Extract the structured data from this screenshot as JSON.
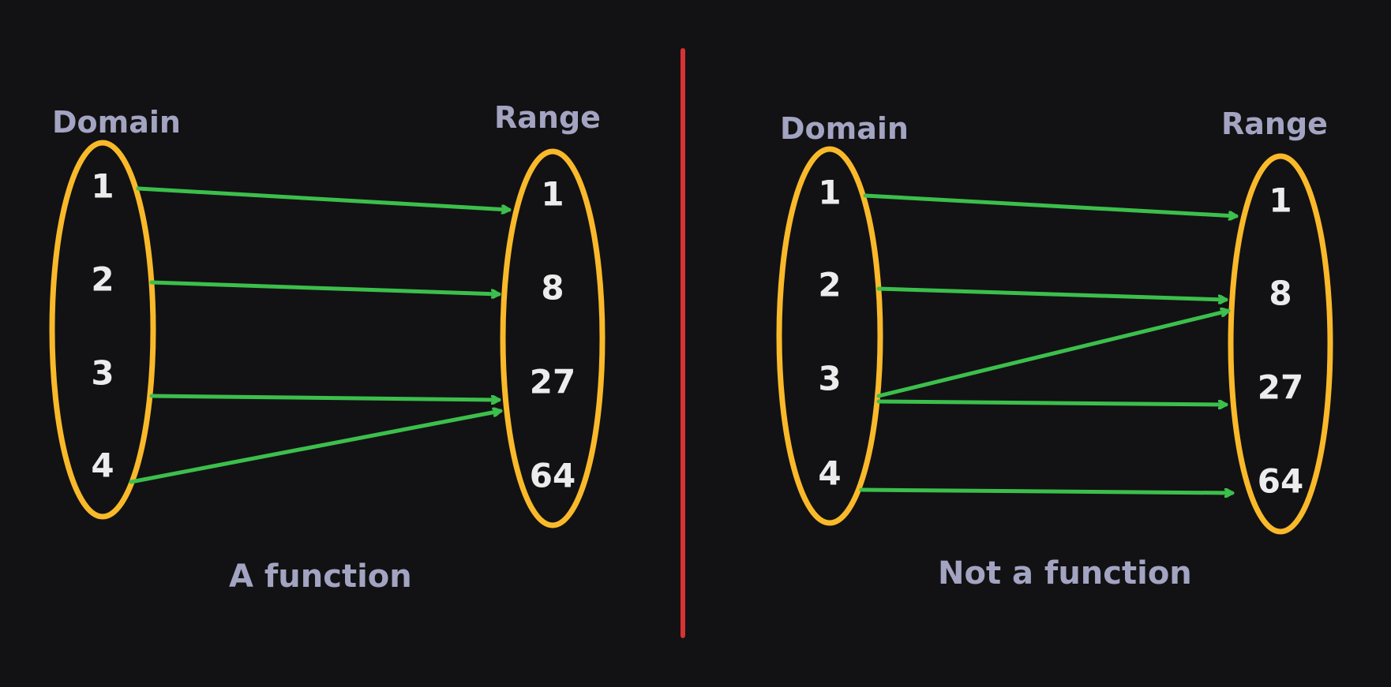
{
  "colors": {
    "background": "#121214",
    "set_outline": "#f9b92a",
    "arrow": "#3cbf4c",
    "divider": "#d83232",
    "header_text": "#a3a4c2",
    "element_text": "#ececec"
  },
  "left": {
    "domain_label": "Domain",
    "range_label": "Range",
    "caption": "A function",
    "domain": [
      "1",
      "2",
      "3",
      "4"
    ],
    "range": [
      "1",
      "8",
      "27",
      "64"
    ],
    "mappings": [
      [
        0,
        0
      ],
      [
        1,
        1
      ],
      [
        2,
        2
      ],
      [
        3,
        2
      ]
    ]
  },
  "right": {
    "domain_label": "Domain",
    "range_label": "Range",
    "caption": "Not a function",
    "domain": [
      "1",
      "2",
      "3",
      "4"
    ],
    "range": [
      "1",
      "8",
      "27",
      "64"
    ],
    "mappings": [
      [
        0,
        0
      ],
      [
        1,
        1
      ],
      [
        2,
        1
      ],
      [
        2,
        2
      ],
      [
        3,
        3
      ]
    ]
  }
}
